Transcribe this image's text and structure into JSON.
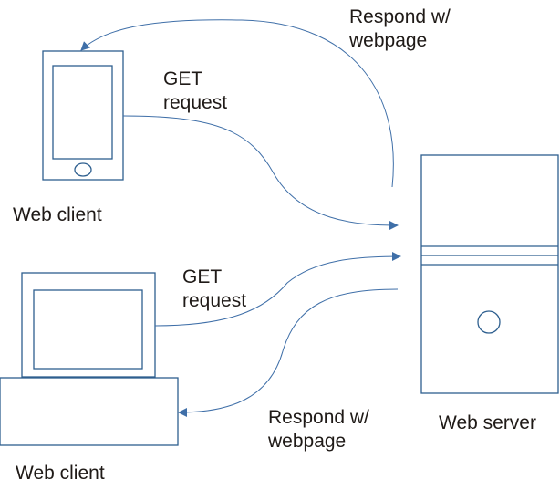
{
  "labels": {
    "phone_client": "Web client",
    "laptop_client": "Web client",
    "server": "Web server",
    "phone_get": {
      "line1": "GET",
      "line2": "request"
    },
    "laptop_get": {
      "line1": "GET",
      "line2": "request"
    },
    "phone_respond": {
      "line1": "Respond w/",
      "line2": "webpage"
    },
    "laptop_respond": {
      "line1": "Respond w/",
      "line2": "webpage"
    }
  },
  "colors": {
    "device_stroke": "#2e5f8f",
    "arrow": "#3f6fa8",
    "text": "#1f1a17"
  }
}
